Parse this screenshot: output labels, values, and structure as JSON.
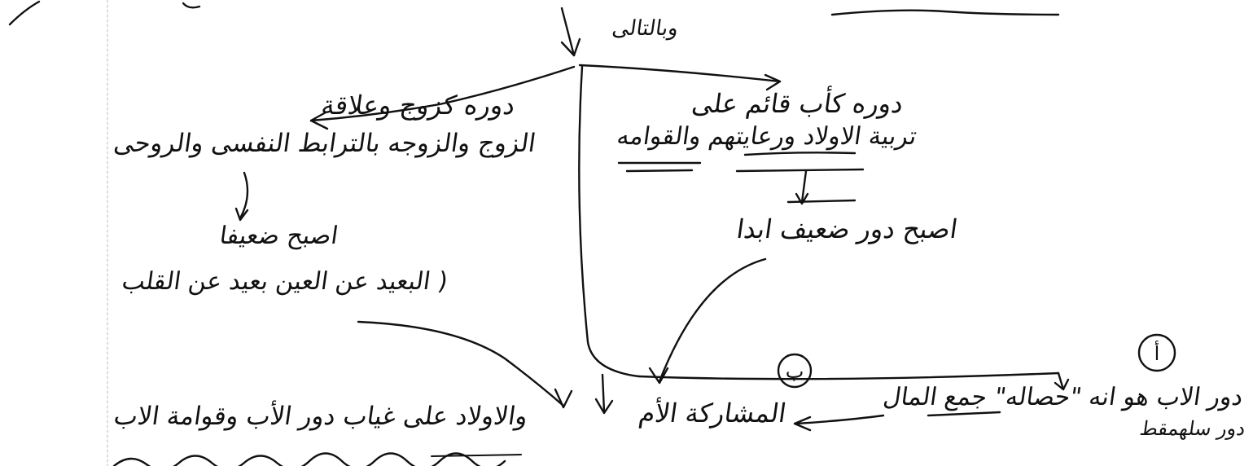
{
  "note": {
    "connector_top": "وبالتالى",
    "left_branch": {
      "line1": "دوره كزوج وعلاقة",
      "line2": "الزوج والزوجه بالترابط النفسى والروحى",
      "result": "اصبح ضعيفا",
      "detail": "( البعيد عن العين بعيد عن القلب"
    },
    "right_branch": {
      "line1": "دوره كأب قائم على",
      "line2": "تربية الاولاد ورعايتهم والقوامه",
      "result": "اصبح دور ضعيف ابدا"
    },
    "circled_b": "ب",
    "circled_a": "أ",
    "bottom_right": {
      "line1": "دور الاب هو انه \"حصاله\" جمع المال",
      "line2": "دور سلهمقط"
    },
    "bottom_mid": "المشاركة الأم",
    "bottom_left": "والاولاد على غياب دور الأب وقوامة الاب"
  }
}
